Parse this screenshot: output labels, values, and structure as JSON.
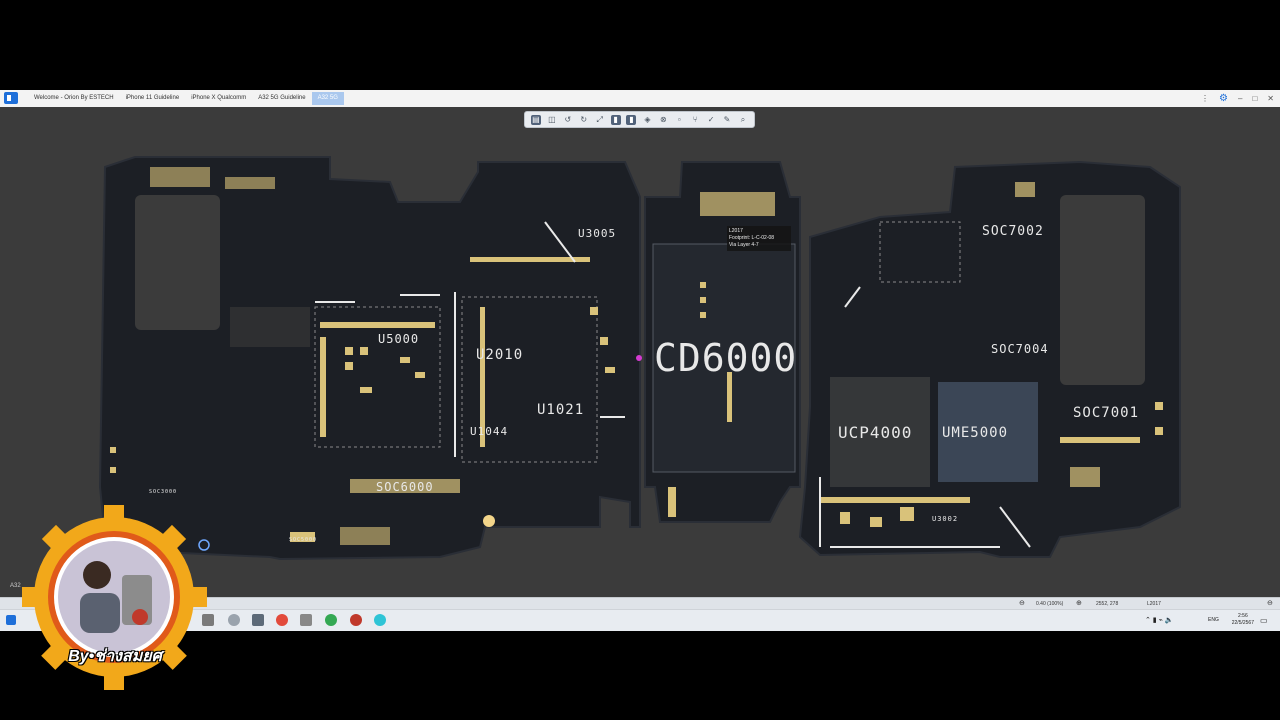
{
  "tabs": [
    {
      "label": "Welcome - Orion By ESTECH",
      "active": false
    },
    {
      "label": "iPhone 11 Guideline",
      "active": false
    },
    {
      "label": "iPhone X Qualcomm",
      "active": false
    },
    {
      "label": "A32 5G Guideline",
      "active": false
    },
    {
      "label": "A32 5G",
      "active": true
    }
  ],
  "window_controls": {
    "more": "⋮",
    "minimize": "–",
    "maximize": "□",
    "close": "✕"
  },
  "toolbar_icons": [
    "layout-icon",
    "split-icon",
    "rotate-left-icon",
    "rotate-right-icon",
    "fit-icon",
    "top-layer-icon",
    "bottom-layer-icon",
    "layers-icon",
    "net-icon",
    "zoom-level-icon",
    "probe-icon",
    "measure-icon",
    "settings-icon",
    "search-icon"
  ],
  "components": {
    "cd6000": "CD6000",
    "u2010": "U2010",
    "u1021": "U1021",
    "u1044": "U1044",
    "u5000": "U5000",
    "u3005": "U3005",
    "soc6000": "SOC6000",
    "soc7002": "SOC7002",
    "soc7004": "SOC7004",
    "soc7001": "SOC7001",
    "ucp4000": "UCP4000",
    "ume5000": "UME5000",
    "soc3000": "SOC3000",
    "soc5000": "SOC5000",
    "u3002": "U3002"
  },
  "tooltip": {
    "line1": "L2017",
    "line2": "Footprint: L-C-02-08",
    "line3": "Via Layer 4-7"
  },
  "corner_label": "A32",
  "status": {
    "zoom": "0.40 (100%)",
    "coords": "2552, 278",
    "selected": "L2017"
  },
  "taskbar": {
    "tray_lang": "ENG",
    "time": "2:56",
    "date": "22/5/2567"
  },
  "logo_text": "By•ช่างสมยศ",
  "colors": {
    "board": "#1c1f25",
    "pad": "#d9c27a",
    "workspace": "#3b3b3b",
    "accent": "#1e6fd9",
    "logo_gear": "#f2a81a"
  }
}
